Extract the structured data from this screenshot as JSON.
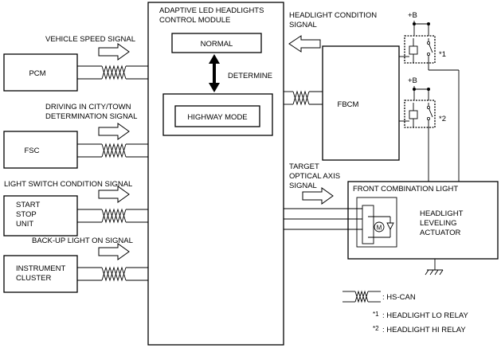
{
  "modules": {
    "adaptive_title_line1": "ADAPTIVE LED HEADLIGHTS",
    "adaptive_title_line2": "CONTROL MODULE",
    "normal": "NORMAL",
    "determine": "DETERMINE",
    "highway_mode": "HIGHWAY MODE",
    "pcm": "PCM",
    "fsc": "FSC",
    "start_stop_line1": "START",
    "start_stop_line2": "STOP",
    "start_stop_line3": "UNIT",
    "instrument_line1": "INSTRUMENT",
    "instrument_line2": "CLUSTER",
    "fbcm": "FBCM",
    "front_combination_light": "FRONT COMBINATION LIGHT",
    "actuator_line1": "HEADLIGHT",
    "actuator_line2": "LEVELING",
    "actuator_line3": "ACTUATOR",
    "motor": "M"
  },
  "signals": {
    "vehicle_speed": "VEHICLE SPEED SIGNAL",
    "driving_city_line1": "DRIVING IN CITY/TOWN",
    "driving_city_line2": "DETERMINATION SIGNAL",
    "light_switch": "LIGHT SWITCH CONDITION SIGNAL",
    "backup_light": "BACK-UP LIGHT ON SIGNAL",
    "headlight_condition_line1": "HEADLIGHT CONDITION",
    "headlight_condition_line2": "SIGNAL",
    "target_line1": "TARGET",
    "target_line2": "OPTICAL AXIS",
    "target_line3": "SIGNAL"
  },
  "relays": {
    "plus_b_1": "+B",
    "plus_b_2": "+B",
    "mark_1": "*1",
    "mark_2": "*2"
  },
  "legend": {
    "hs_can": ": HS-CAN",
    "note1_mark": "*1",
    "note1_text": ": HEADLIGHT LO RELAY",
    "note2_mark": "*2",
    "note2_text": ": HEADLIGHT HI RELAY"
  }
}
